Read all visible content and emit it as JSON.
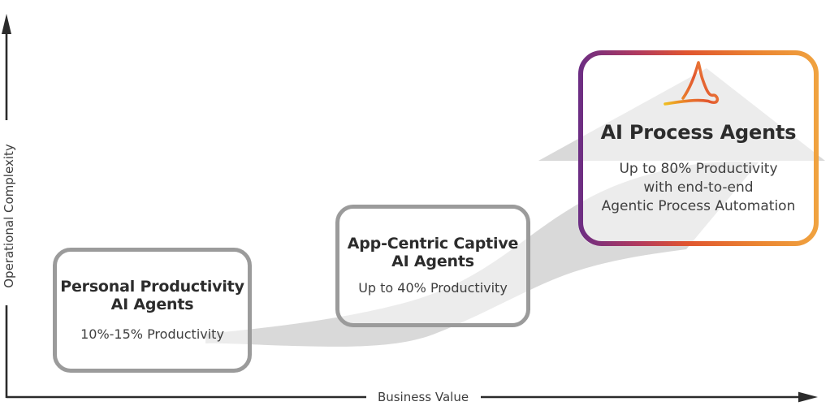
{
  "diagram": {
    "y_axis_label": "Operational Complexity",
    "x_axis_label": "Business Value"
  },
  "stages": [
    {
      "name": "personal-productivity-ai-agents",
      "title_lines": [
        "Personal Productivity",
        "AI Agents"
      ],
      "subtitle_lines": [
        "10%-15% Productivity"
      ]
    },
    {
      "name": "app-centric-captive-ai-agents",
      "title_lines": [
        "App-Centric Captive",
        "AI Agents"
      ],
      "subtitle_lines": [
        "Up to 40% Productivity"
      ]
    },
    {
      "name": "ai-process-agents",
      "title_lines": [
        "AI Process Agents"
      ],
      "subtitle_lines": [
        "Up to 80% Productivity",
        "with end-to-end",
        "Agentic Process Automation"
      ]
    }
  ],
  "icons": {
    "logo": "automation-anywhere-a-mark"
  },
  "colors": {
    "axis": "#2b2b2b",
    "title_text": "#2c2c2c",
    "subtitle_text": "#3f3f3f",
    "stage_border_gray": "#9b9b9b",
    "swoosh_gray": "#d9d9d9",
    "highlight_border_gradient": [
      "#6b2d84",
      "#b13a5e",
      "#e05530",
      "#eb8531",
      "#f0a340"
    ],
    "logo_gradient": [
      "#f0c41f",
      "#e8742d",
      "#e2572f",
      "#f09a3e"
    ]
  }
}
